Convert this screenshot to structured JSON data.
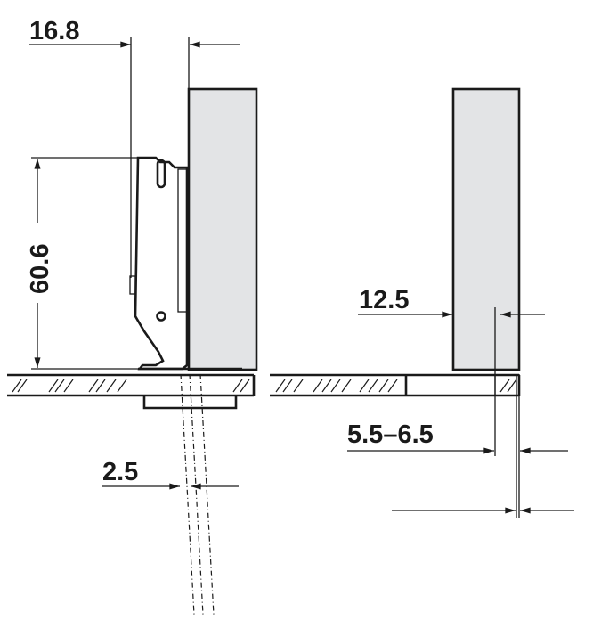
{
  "dimensions": {
    "overlay_offset": "16.8",
    "hinge_height": "60.6",
    "drill_distance": "2.5",
    "door_overlay": "12.5",
    "gap_range": "5.5–6.5"
  }
}
